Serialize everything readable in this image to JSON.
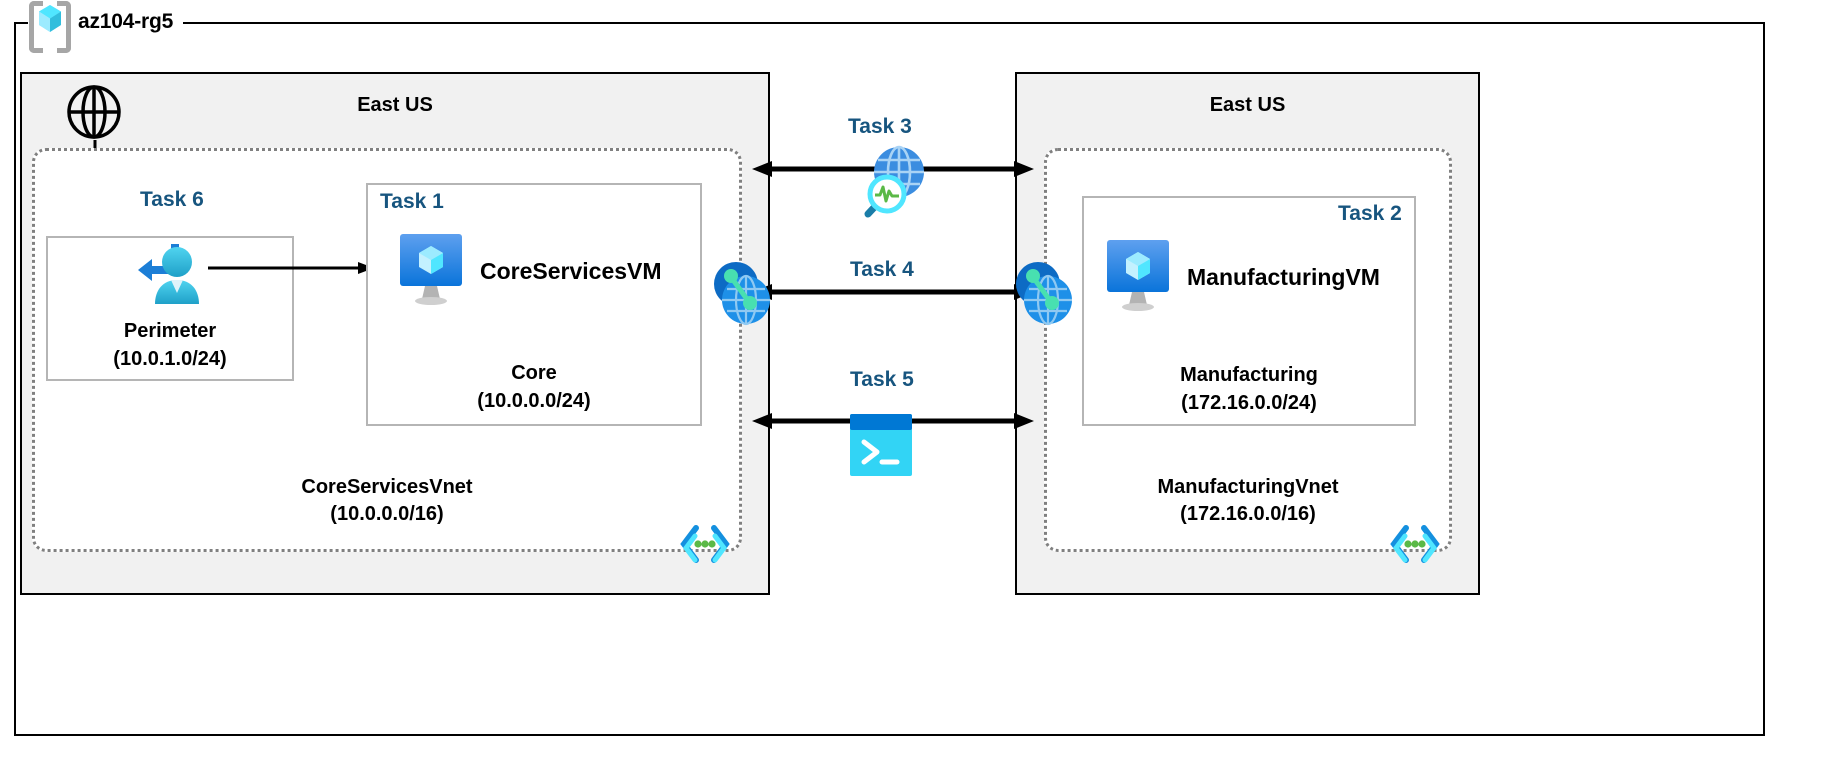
{
  "diagram": {
    "resource_group": {
      "name": "az104-rg5",
      "icon": "resource-group-icon"
    },
    "regions": [
      {
        "id": "left",
        "label": "East US"
      },
      {
        "id": "right",
        "label": "East US"
      }
    ],
    "internet": {
      "icon": "internet-globe-icon"
    },
    "vnets": [
      {
        "id": "coreservices",
        "name": "CoreServicesVnet",
        "cidr": "(10.0.0.0/16)",
        "icon": "virtual-network-icon",
        "subnets": [
          {
            "id": "perimeter",
            "task": "Task 6",
            "name": "Perimeter",
            "cidr": "(10.0.1.0/24)",
            "resource_icon": "bastion-icon"
          },
          {
            "id": "core",
            "task": "Task 1",
            "name": "Core",
            "cidr": "(10.0.0.0/24)",
            "vm": {
              "name": "CoreServicesVM",
              "icon": "virtual-machine-icon"
            }
          }
        ]
      },
      {
        "id": "manufacturing",
        "name": "ManufacturingVnet",
        "cidr": "(172.16.0.0/16)",
        "icon": "virtual-network-icon",
        "subnets": [
          {
            "id": "manufacturing",
            "task": "Task 2",
            "name": "Manufacturing",
            "cidr": "(172.16.0.0/24)",
            "vm": {
              "name": "ManufacturingVM",
              "icon": "virtual-machine-icon"
            }
          }
        ]
      }
    ],
    "connections": [
      {
        "id": "task3",
        "label": "Task 3",
        "icon": "network-watcher-icon",
        "arrow": "double"
      },
      {
        "id": "task4",
        "label": "Task 4",
        "icon": "vnet-peering-icon",
        "arrow": "double"
      },
      {
        "id": "task5",
        "label": "Task 5",
        "icon": "cloud-shell-icon",
        "arrow": "double"
      }
    ],
    "colors": {
      "task_label": "#17557f",
      "region_fill": "#f1f1f1",
      "vnet_border": "#808080",
      "subnet_border": "#b5b5b5",
      "azure_blue": "#0078d4",
      "cyan": "#50e6ff",
      "green": "#5bb947"
    }
  }
}
